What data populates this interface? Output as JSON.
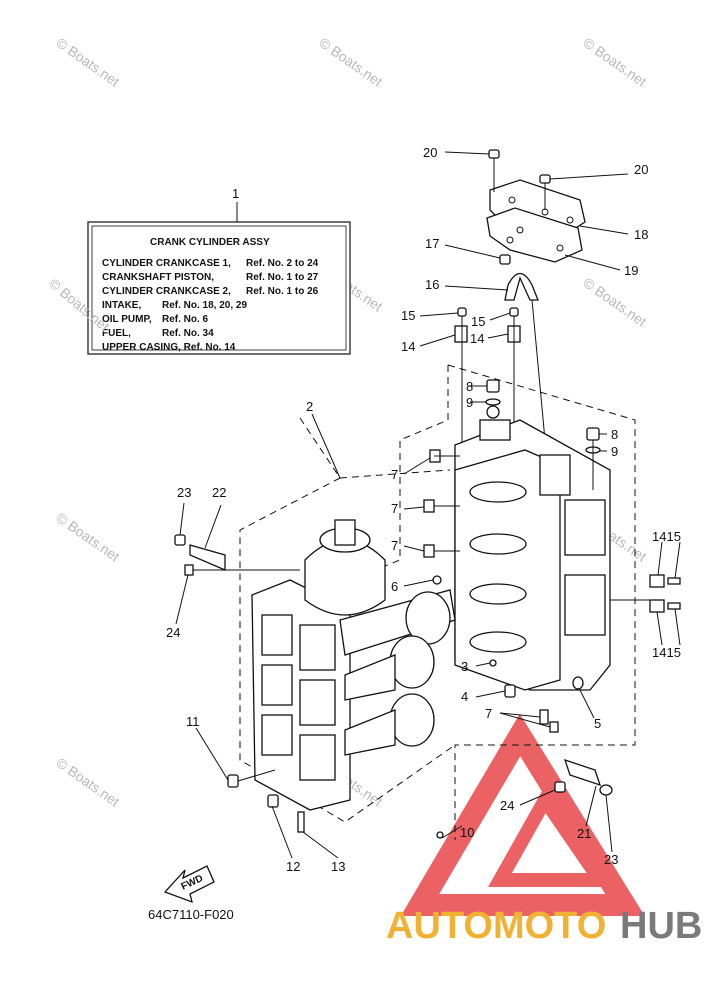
{
  "info_box": {
    "ref_number": "1",
    "title": "CRANK CYLINDER ASSY",
    "rows": [
      {
        "name": "CYLINDER CRANKCASE 1,",
        "ref": "Ref. No. 2 to 24"
      },
      {
        "name": "CRANKSHAFT PISTON,",
        "ref": "Ref. No. 1 to 27"
      },
      {
        "name": "CYLINDER CRANKCASE 2,",
        "ref": "Ref. No. 1 to 26"
      },
      {
        "name": "INTAKE,",
        "ref": "Ref. No. 18, 20, 29"
      },
      {
        "name": "OIL PUMP,",
        "ref": "Ref. No. 6"
      },
      {
        "name": "FUEL,",
        "ref": "Ref. No. 34"
      },
      {
        "name": "UPPER CASING, Ref. No. 14",
        "ref": ""
      }
    ]
  },
  "callouts": {
    "c20a": "20",
    "c20b": "20",
    "c18": "18",
    "c19": "19",
    "c17": "17",
    "c16": "16",
    "c15a": "15",
    "c15b": "15",
    "c14a": "14",
    "c14b": "14",
    "c8a": "8",
    "c9a": "9",
    "c8b": "8",
    "c9b": "9",
    "c2": "2",
    "c7a": "7",
    "c7b": "7",
    "c7c": "7",
    "c6": "6",
    "c23a": "23",
    "c22": "22",
    "c24a": "24",
    "c1415a": "1415",
    "c1415b": "1415",
    "c3": "3",
    "c4": "4",
    "c7d": "7",
    "c5": "5",
    "c11": "11",
    "c24b": "24",
    "c10": "10",
    "c21": "21",
    "c23b": "23",
    "c12": "12",
    "c13": "13"
  },
  "fwd_label": "FWD",
  "diagram_code": "64C7110-F020",
  "watermark_text": "© Boats.net",
  "brand": {
    "part1": "AUTOMOTO",
    "part2": "HUB",
    "color_primary": "#f1b233",
    "color_secondary": "#7a7a7a",
    "triangle_color": "#e8464a"
  }
}
